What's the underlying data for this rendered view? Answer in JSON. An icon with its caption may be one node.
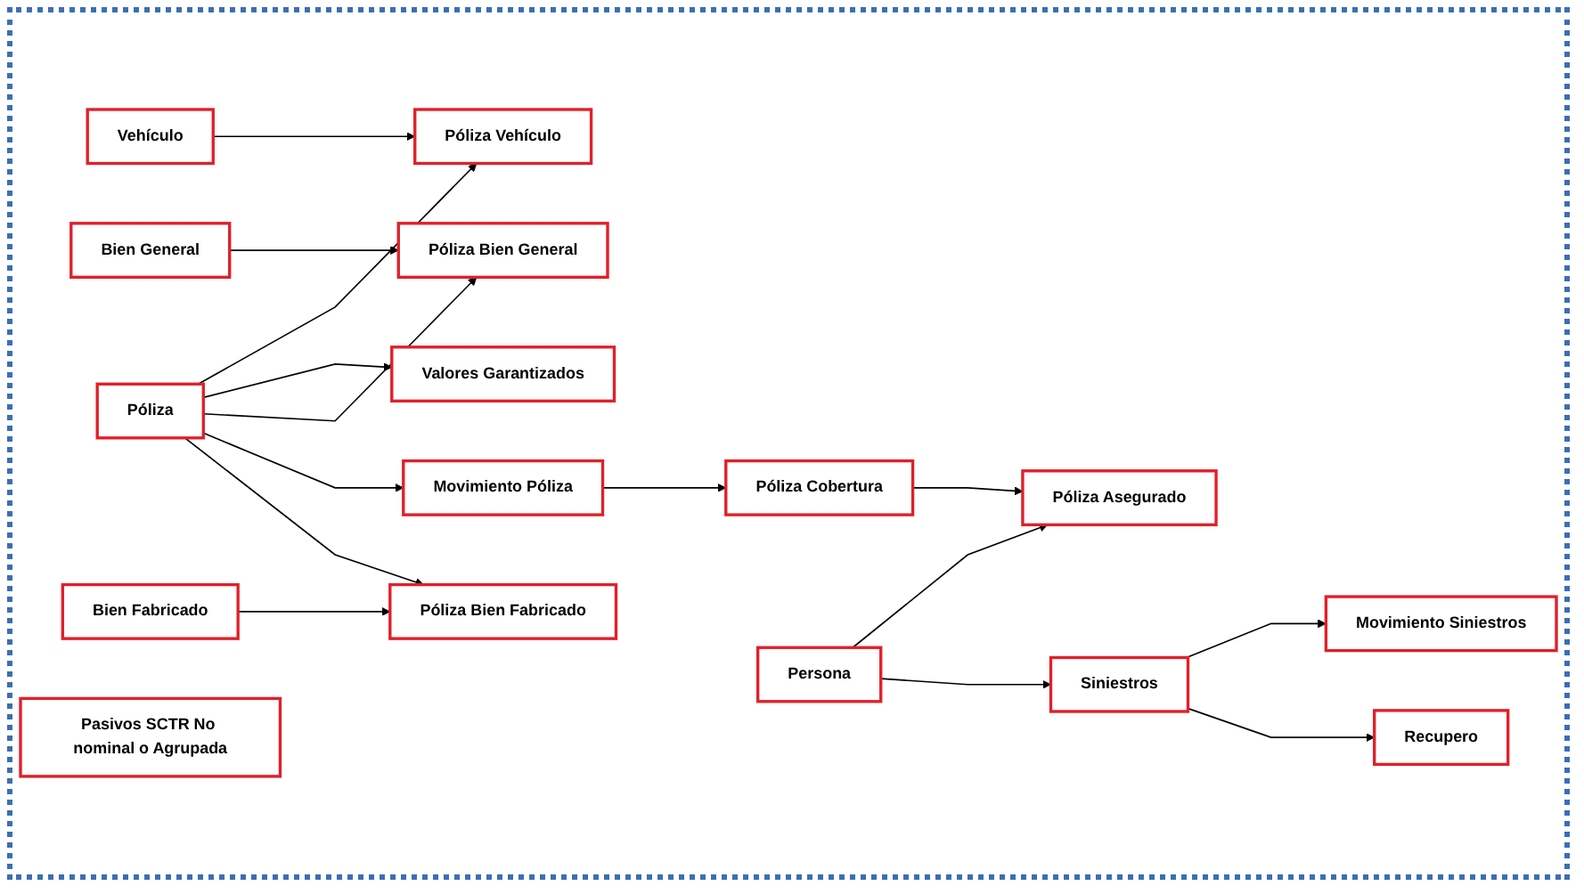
{
  "diagram": {
    "nodes": [
      {
        "text": [
          "Vehículo"
        ]
      },
      {
        "text": [
          "Póliza Vehículo"
        ]
      },
      {
        "text": [
          "Valores Garantizados"
        ]
      },
      {
        "text": [
          "Bien General"
        ]
      },
      {
        "text": [
          "Póliza Bien General"
        ]
      },
      {
        "text": [
          "Póliza"
        ]
      },
      {
        "text": [
          "Movimiento Póliza"
        ]
      },
      {
        "text": [
          "Bien Fabricado"
        ]
      },
      {
        "text": [
          "Póliza Bien Fabricado"
        ]
      },
      {
        "text": [
          "Póliza Cobertura"
        ]
      },
      {
        "text": [
          "Póliza Asegurado"
        ]
      },
      {
        "text": [
          "Persona"
        ]
      },
      {
        "text": [
          "Pasivos SCTR No nominal o Agrupada"
        ]
      },
      {
        "text": [
          "Movimiento Siniestros"
        ]
      },
      {
        "text": [
          "Siniestros"
        ]
      },
      {
        "text": [
          "Recupero"
        ]
      }
    ],
    "edges": [
      {
        "from": 0,
        "to": 1,
        "arrow": "to"
      },
      {
        "from": 5,
        "to": 1,
        "arrow": "to"
      },
      {
        "from": 5,
        "to": 2,
        "arrow": "to"
      },
      {
        "from": 3,
        "to": 4,
        "arrow": "to"
      },
      {
        "from": 5,
        "to": 4,
        "arrow": "to"
      },
      {
        "from": 5,
        "to": 6,
        "arrow": "to"
      },
      {
        "from": 7,
        "to": 8,
        "arrow": "to"
      },
      {
        "from": 5,
        "to": 8,
        "arrow": "to"
      },
      {
        "from": 6,
        "to": 9,
        "arrow": "to"
      },
      {
        "from": 9,
        "to": 10,
        "arrow": "to"
      },
      {
        "from": 11,
        "to": 10,
        "arrow": "to"
      },
      {
        "from": 11,
        "to": 14,
        "arrow": "to"
      },
      {
        "from": 14,
        "to": 13,
        "arrow": "to"
      },
      {
        "from": 14,
        "to": 15,
        "arrow": "to"
      }
    ]
  }
}
